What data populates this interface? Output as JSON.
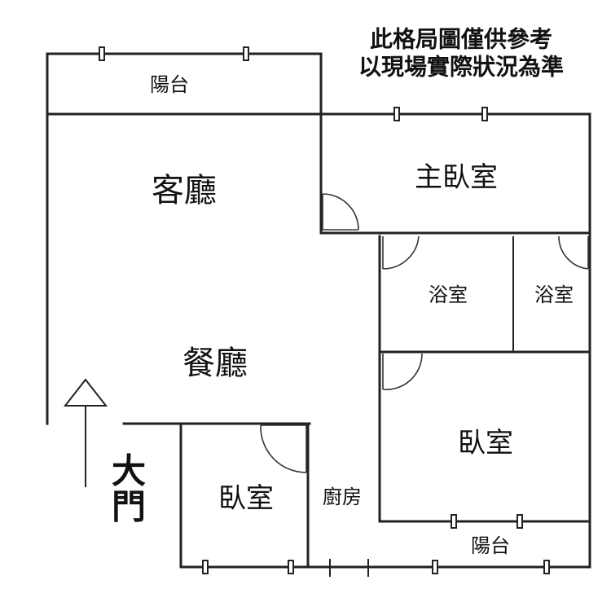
{
  "notice": {
    "line1": "此格局圖僅供參考",
    "line2": "以現場實際狀況為準"
  },
  "rooms": {
    "balcony_top": "陽台",
    "living_room": "客廳",
    "master_bedroom": "主臥室",
    "bathroom_1": "浴室",
    "bathroom_2": "浴室",
    "dining_room": "餐廳",
    "bedroom_right": "臥室",
    "bedroom_left": "臥室",
    "kitchen": "廚房",
    "balcony_bottom": "陽台"
  },
  "entrance": {
    "char1": "大",
    "char2": "門",
    "arrow_icon": "up-arrow-icon"
  },
  "colors": {
    "line": "#222222",
    "background": "#ffffff"
  }
}
